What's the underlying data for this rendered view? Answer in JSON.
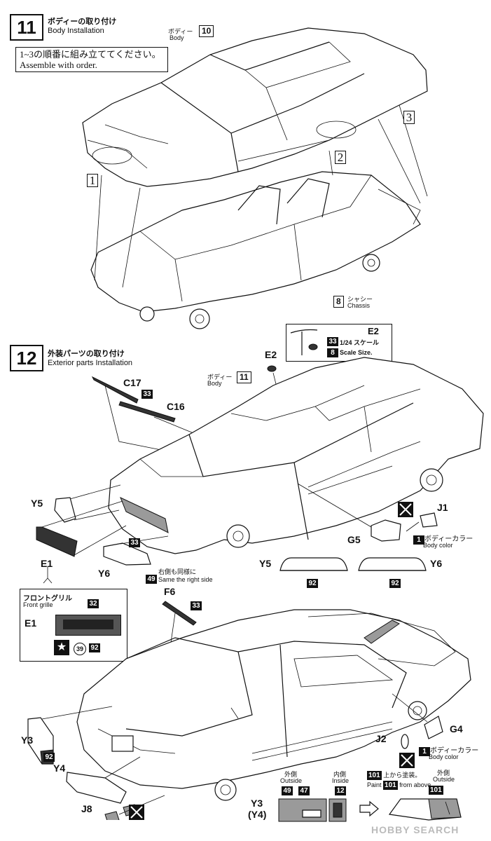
{
  "step11": {
    "number": "11",
    "title_jp": "ボディーの取り付け",
    "title_en": "Body Installation",
    "note_jp": "1~3の順番に組み立ててください。",
    "note_en": "Assemble with order.",
    "body_jp": "ボディー",
    "body_en": "Body",
    "body_ref": "10",
    "chassis_ref": "8",
    "chassis_jp": "シャシー",
    "chassis_en": "Chassis",
    "order": [
      "1",
      "2",
      "3"
    ]
  },
  "step12": {
    "number": "12",
    "title_jp": "外装パーツの取り付け",
    "title_en": "Exterior parts Installation",
    "body_jp": "ボディー",
    "body_en": "Body",
    "body_ref": "11",
    "e2_detail": {
      "part": "E2",
      "color": "33",
      "ref": "8",
      "scale_jp": "1/24 スケール",
      "scale_en": "Scale Size."
    },
    "e2_label": "E2",
    "c17": "C17",
    "c16": "C16",
    "wiper_color": "33",
    "y5": "Y5",
    "y6": "Y6",
    "e1": "E1",
    "grille_color": "33",
    "right_side_ref": "49",
    "right_side_jp": "右側も同様に",
    "right_side_en": "Same the right side",
    "j1": "J1",
    "g5": "G5",
    "mirror_color_ref": "1",
    "mirror_color_jp": "ボディーカラー",
    "mirror_color_en": "Body color",
    "y5_lens": "Y5",
    "y6_lens": "Y6",
    "lens_color_left": "92",
    "lens_color_right": "92",
    "grille_box": {
      "title_jp": "フロントグリル",
      "title_en": "Front grille",
      "part": "E1",
      "c1": "32",
      "c2": "39",
      "c3": "92"
    },
    "f6": "F6",
    "f6_color": "33",
    "rear": {
      "y3": "Y3",
      "y4": "Y4",
      "y3_color": "92",
      "j8": "J8",
      "j2": "J2",
      "g4": "G4",
      "mirror_ref": "1",
      "mirror_jp": "ボディーカラー",
      "mirror_en": "Body color"
    },
    "lens_detail": {
      "label": "Y3",
      "label2": "(Y4)",
      "outside_jp": "外側",
      "outside_en": "Outside",
      "outside_ref1": "49",
      "outside_ref2": "47",
      "inside_jp": "内側",
      "inside_en": "Inside",
      "inside_ref": "12",
      "paint_jp": "上から塗装。",
      "paint_ref": "101",
      "paint_en_pre": "Paint",
      "paint_en_post": "from above.",
      "outside2_jp": "外側",
      "outside2_en": "Outside",
      "outside2_ref": "101"
    }
  },
  "watermark": "HOBBY SEARCH"
}
